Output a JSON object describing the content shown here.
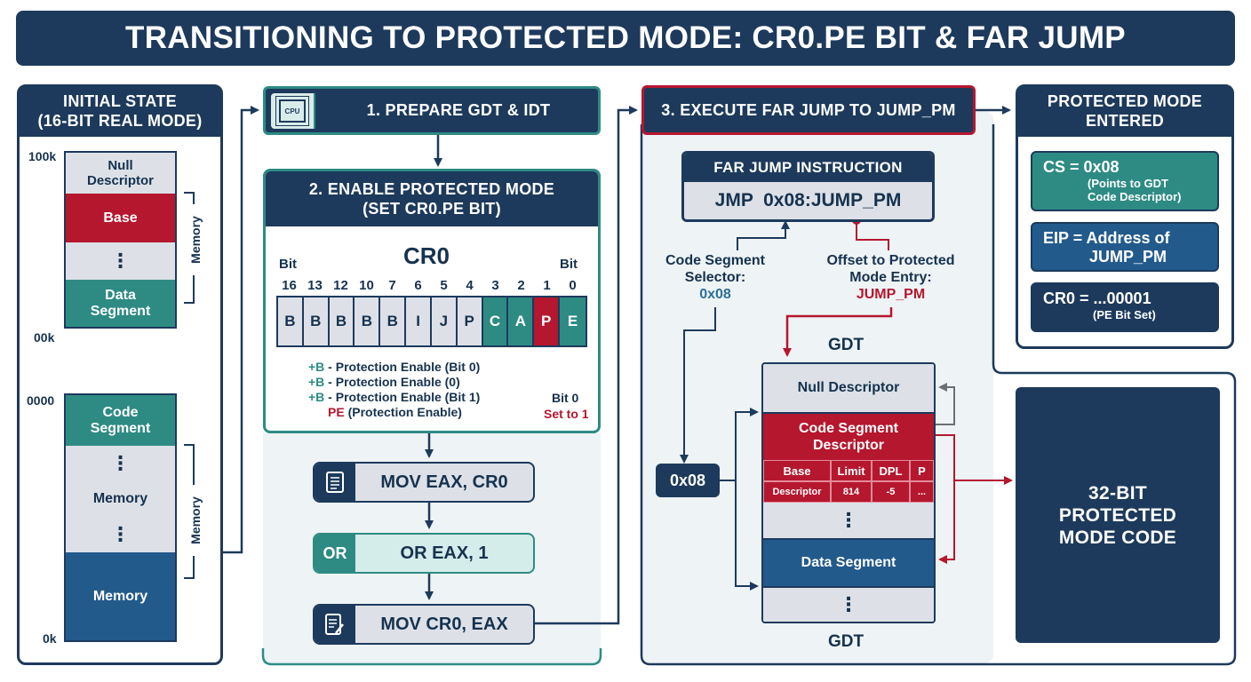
{
  "title": "TRANSITIONING TO PROTECTED MODE: CR0.PE BIT & FAR JUMP",
  "initial": {
    "header_line1": "INITIAL STATE",
    "header_line2": "(16-BIT REAL MODE)",
    "top_labels": {
      "high": "100k",
      "low": "00k"
    },
    "bottom_labels": {
      "high": "0000",
      "low": "0k"
    },
    "top_blocks": [
      "Null Descriptor",
      "Base",
      "⋮",
      "Data Segment"
    ],
    "bottom_blocks": [
      "Code Segment",
      "⋮",
      "Memory",
      "⋮",
      "Memory"
    ],
    "memory_label": "Memory"
  },
  "step1": {
    "label": "1. PREPARE GDT & IDT",
    "chip_text": "CPU"
  },
  "step2": {
    "header_line1": "2. ENABLE PROTECTED MODE",
    "header_line2": "(SET CR0.PE BIT)",
    "register_name": "CR0",
    "bit_word": "Bit",
    "bit_numbers": [
      "16",
      "13",
      "12",
      "10",
      "7",
      "6",
      "5",
      "4",
      "3",
      "2",
      "1",
      "0"
    ],
    "bits": [
      "B",
      "B",
      "B",
      "B",
      "B",
      "I",
      "J",
      "P",
      "C",
      "A",
      "P",
      "E"
    ],
    "legend": [
      {
        "mark": "+B",
        "text": " - Protection Enable (Bit 0)"
      },
      {
        "mark": "+B",
        "text": " - Protection Enable (0)"
      },
      {
        "mark": "+B",
        "text": " - Protection Enable (Bit 1)"
      }
    ],
    "legend_pe_mark": "PE",
    "legend_pe_text": " (Protection Enable)",
    "bit0_label": "Bit 0",
    "bit0_set": "Set to 1"
  },
  "instructions": {
    "mov1": "MOV EAX, CR0",
    "or_tag": "OR",
    "or_text": "OR EAX, 1",
    "mov2": "MOV CR0, EAX"
  },
  "step3": {
    "label": "3. EXECUTE FAR JUMP TO JUMP_PM",
    "instr_header": "FAR JUMP INSTRUCTION",
    "instr": "JMP  0x08:JUMP_PM",
    "selector_label_1": "Code Segment",
    "selector_label_2": "Selector:",
    "selector_value": "0x08",
    "offset_label_1": "Offset to Protected",
    "offset_label_2": "Mode Entry:",
    "offset_value": "JUMP_PM",
    "gdt_label": "GDT",
    "selector_box": "0x08",
    "gdt": {
      "null": "Null Descriptor",
      "code_line1": "Code Segment",
      "code_line2": "Descriptor",
      "fields_header": [
        "Base",
        "Limit",
        "DPL",
        "P"
      ],
      "fields_values": [
        "Descriptor",
        "814",
        "-5",
        "..."
      ],
      "dots": "⋮",
      "data": "Data Segment"
    }
  },
  "entered": {
    "header_line1": "PROTECTED MODE",
    "header_line2": "ENTERED",
    "cs_main": "CS = 0x08",
    "cs_sub1": "(Points to GDT",
    "cs_sub2": "Code Descriptor)",
    "eip_line1": "EIP = Address of",
    "eip_line2": "JUMP_PM",
    "cr0_main": "CR0 = ...00001",
    "cr0_sub": "(PE Bit Set)"
  },
  "final_box": {
    "line1": "32-BIT",
    "line2": "PROTECTED",
    "line3": "MODE CODE"
  },
  "colors": {
    "navy": "#1d3a5c",
    "teal": "#2e8b84",
    "red": "#b5172f",
    "gray": "#dde1e7",
    "blue": "#235a8c"
  }
}
